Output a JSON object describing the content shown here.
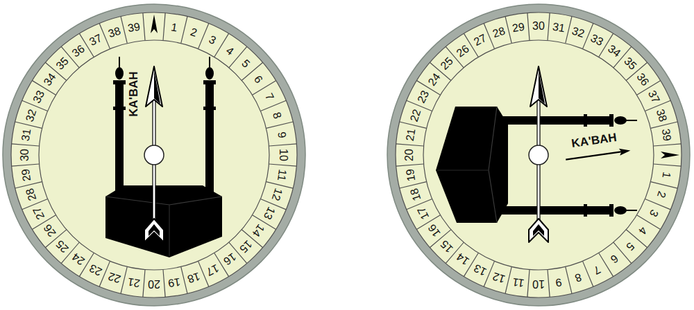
{
  "diagram": {
    "labels": [
      "1",
      "2",
      "3",
      "4",
      "5",
      "6",
      "7",
      "8",
      "9",
      "10",
      "11",
      "12",
      "13",
      "14",
      "15",
      "16",
      "17",
      "18",
      "19",
      "20",
      "21",
      "22",
      "23",
      "24",
      "25",
      "26",
      "27",
      "28",
      "29",
      "30",
      "31",
      "32",
      "33",
      "34",
      "35",
      "36",
      "37",
      "38",
      "39",
      "KA'BAH",
      "1",
      "2",
      "3",
      "4",
      "5",
      "6",
      "7",
      "8",
      "9",
      "10",
      "11",
      "12",
      "13",
      "14",
      "15",
      "16",
      "17",
      "18",
      "19",
      "20",
      "21",
      "22",
      "23",
      "24",
      "25",
      "26",
      "27",
      "28",
      "29",
      "30",
      "31",
      "32",
      "33",
      "34",
      "35",
      "36",
      "37",
      "38",
      "39",
      "KA'BAH"
    ]
  }
}
